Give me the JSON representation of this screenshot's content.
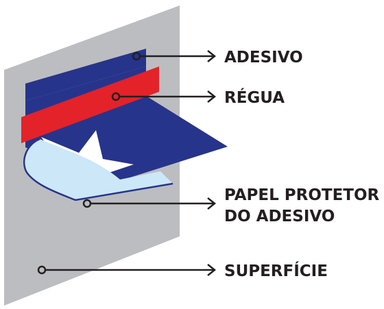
{
  "labels": {
    "adhesive": "ADESIVO",
    "ruler": "RÉGUA",
    "backing_line1": "PAPEL PROTETOR",
    "backing_line2": "DO ADESIVO",
    "surface": "SUPERFÍCIE"
  },
  "colors": {
    "surface": "#bcbdc0",
    "adhesive": "#27348b",
    "ruler": "#e42229",
    "backing_paper": "#cce7f7",
    "backing_outline": "#27348b",
    "callout": "#231f20"
  }
}
